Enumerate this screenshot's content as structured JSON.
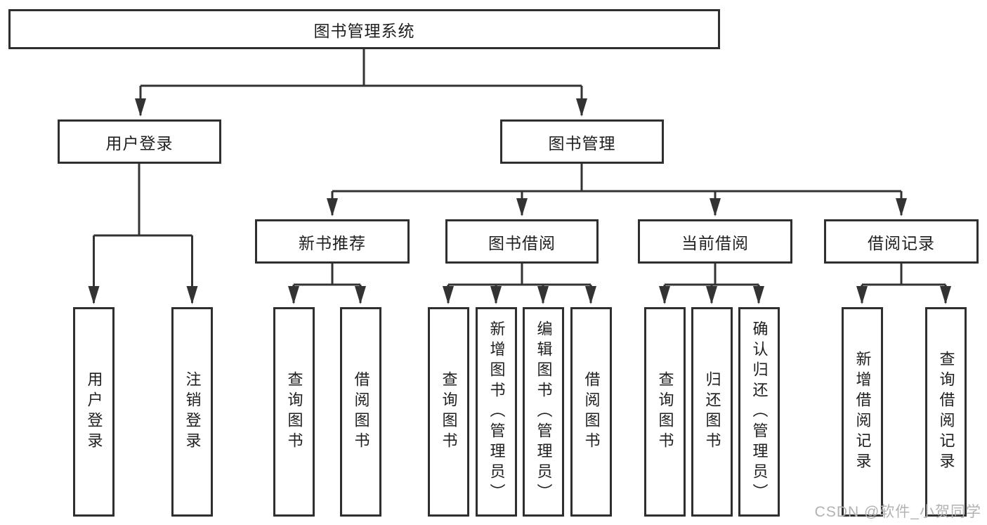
{
  "title": "图书管理系统",
  "watermark": "CSDN @软件_小贺同学",
  "colors": {
    "line": "#333333",
    "box_border": "#2f2f2f",
    "text": "#1f1f1f",
    "watermark": "#b2b2b2",
    "background": "#ffffff"
  },
  "nodes": {
    "root": "图书管理系统",
    "user_login": "用户登录",
    "book_mgmt": "图书管理",
    "new_book_rec": "新书推荐",
    "book_borrow": "图书借阅",
    "current_borrow": "当前借阅",
    "borrow_records": "借阅记录",
    "login": "用户登录",
    "logout": "注销登录",
    "query_books_rec": "查询图书",
    "borrow_books_rec": "借阅图书",
    "query_books_borrow": "查询图书",
    "add_books_admin": "新增图书（管理员）",
    "edit_books_admin": "编辑图书（管理员）",
    "borrow_books_borrow": "借阅图书",
    "query_books_current": "查询图书",
    "return_books": "归还图书",
    "confirm_return_admin": "确认归还（管理员）",
    "add_borrow_record": "新增借阅记录",
    "query_borrow_record": "查询借阅记录"
  },
  "hierarchy": {
    "label": "图书管理系统",
    "children": [
      {
        "label": "用户登录",
        "children": [
          {
            "label": "用户登录"
          },
          {
            "label": "注销登录"
          }
        ]
      },
      {
        "label": "图书管理",
        "children": [
          {
            "label": "新书推荐",
            "children": [
              {
                "label": "查询图书"
              },
              {
                "label": "借阅图书"
              }
            ]
          },
          {
            "label": "图书借阅",
            "children": [
              {
                "label": "查询图书"
              },
              {
                "label": "新增图书（管理员）"
              },
              {
                "label": "编辑图书（管理员）"
              },
              {
                "label": "借阅图书"
              }
            ]
          },
          {
            "label": "当前借阅",
            "children": [
              {
                "label": "查询图书"
              },
              {
                "label": "归还图书"
              },
              {
                "label": "确认归还（管理员）"
              }
            ]
          },
          {
            "label": "借阅记录",
            "children": [
              {
                "label": "新增借阅记录"
              },
              {
                "label": "查询借阅记录"
              }
            ]
          }
        ]
      }
    ]
  }
}
